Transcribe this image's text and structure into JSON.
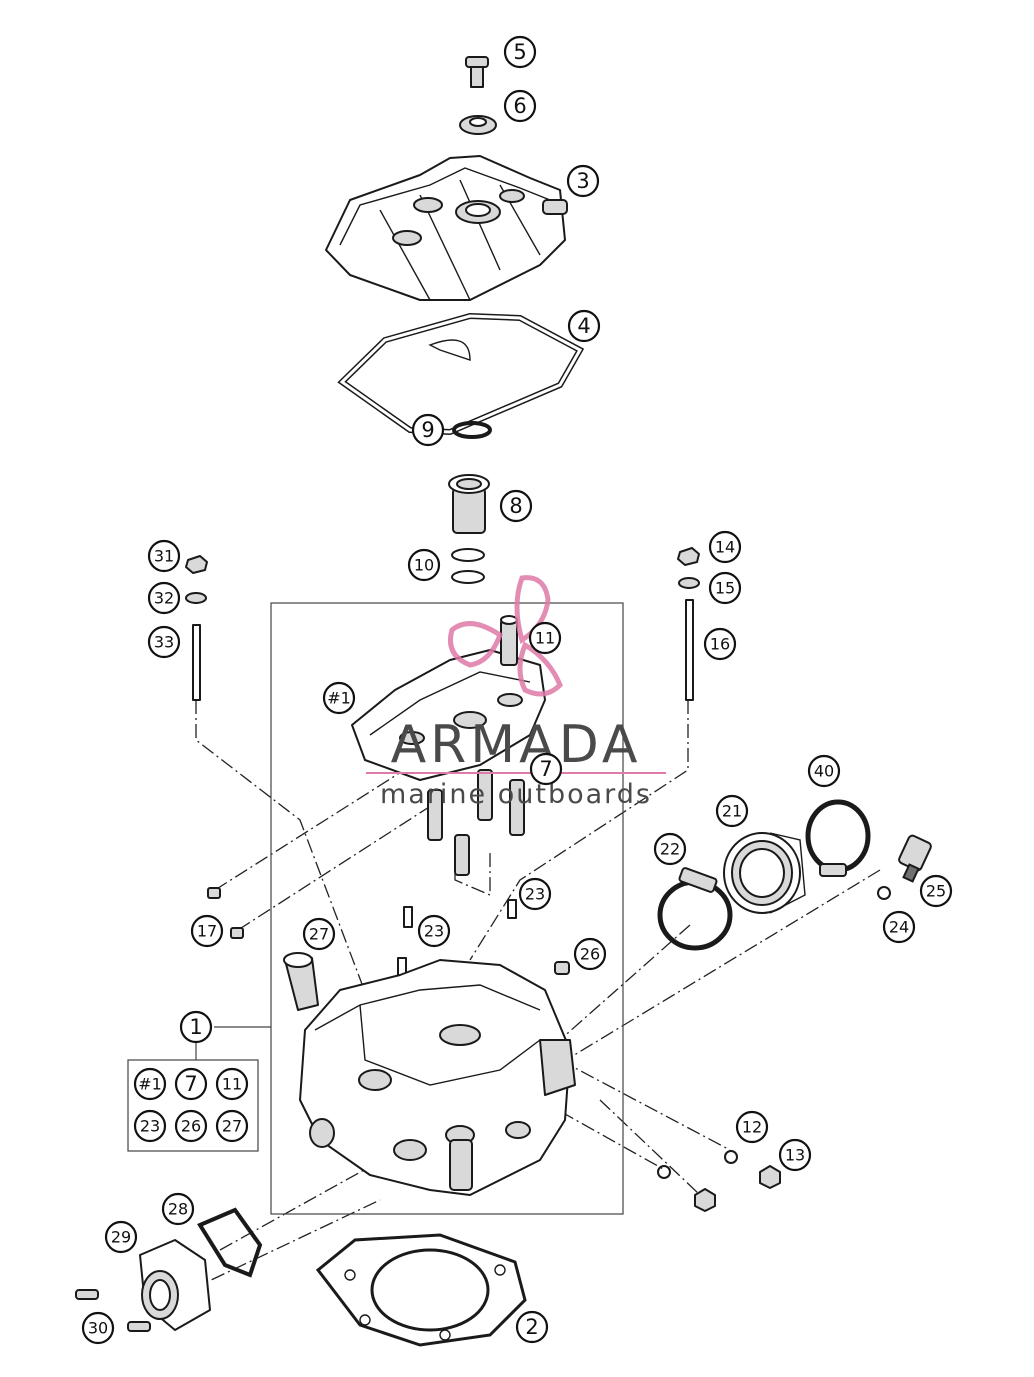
{
  "callouts": {
    "c1": "1",
    "c2": "2",
    "c3": "3",
    "c4": "4",
    "c5": "5",
    "c6": "6",
    "c7": "7",
    "c8": "8",
    "c9": "9",
    "c10": "10",
    "c11": "11",
    "c12": "12",
    "c13": "13",
    "c14": "14",
    "c15": "15",
    "c16": "16",
    "c17": "17",
    "c21": "21",
    "c22": "22",
    "c23": "23",
    "c23b": "23",
    "c24": "24",
    "c25": "25",
    "c26": "26",
    "c27": "27",
    "c28": "28",
    "c29": "29",
    "c30": "30",
    "c31": "31",
    "c32": "32",
    "c33": "33",
    "c40": "40",
    "h1": "#1"
  },
  "kit_contents": [
    "#1",
    "7",
    "11",
    "23",
    "26",
    "27"
  ],
  "watermark": {
    "brand": "ARMADA",
    "tagline": "marine outboards",
    "accent_color": "#e07aa8"
  }
}
